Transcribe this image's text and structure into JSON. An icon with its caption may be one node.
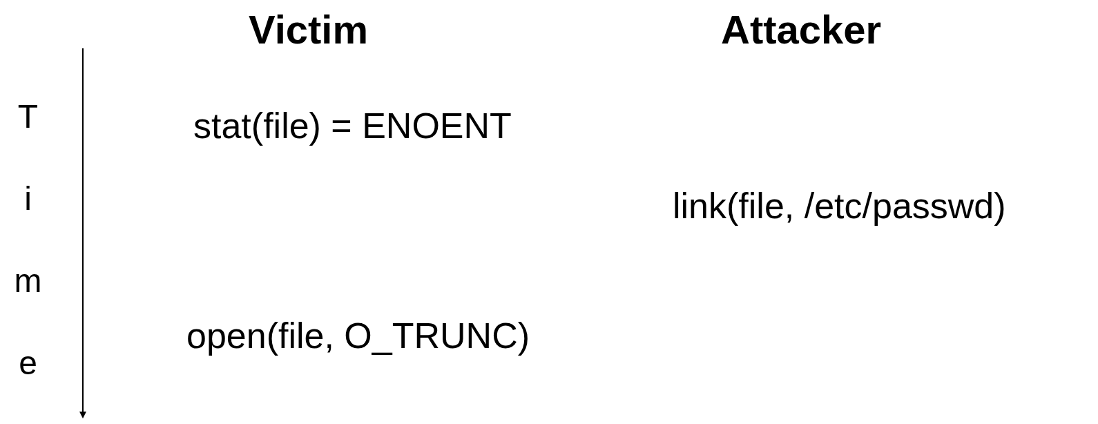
{
  "diagram": {
    "labels": [
      "Victim",
      "Attacker",
      "Time",
      "stat(file) = ENOENT",
      "link(file, /etc/passwd)",
      "open(file, O_TRUNC)"
    ]
  }
}
